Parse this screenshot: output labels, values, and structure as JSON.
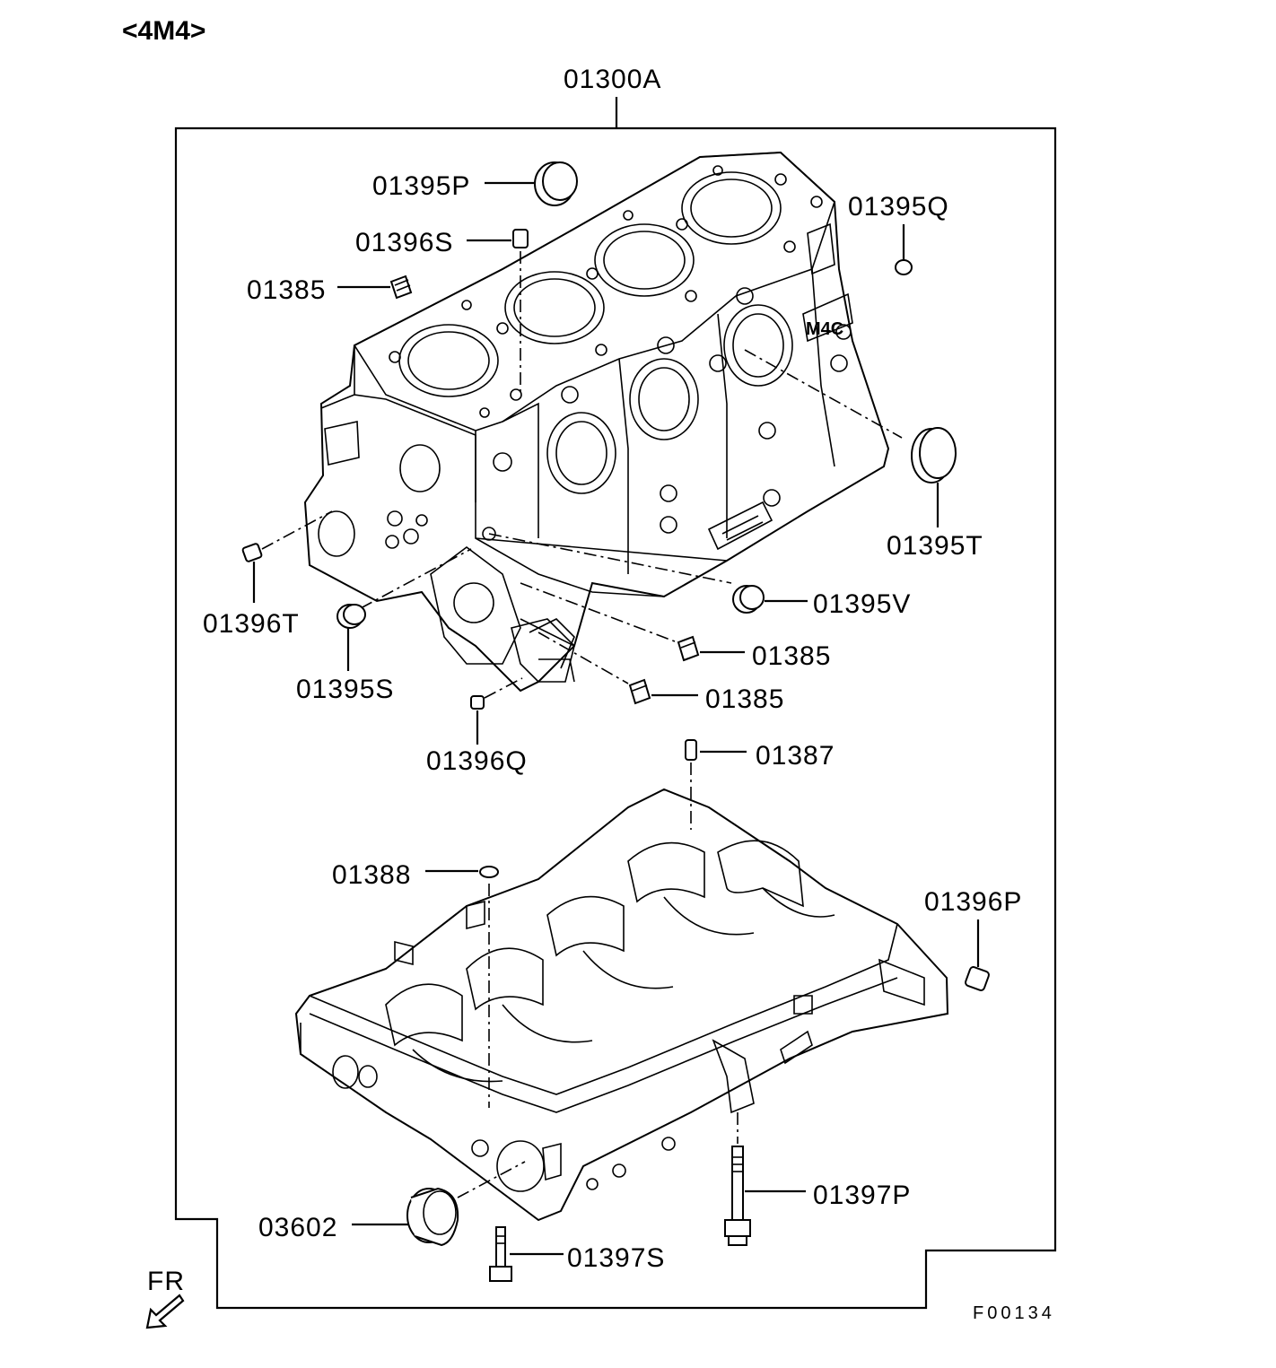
{
  "title": "<4M4>",
  "assembly_label": "01300A",
  "figure_code": "F00134",
  "direction_label": "FR",
  "callouts": {
    "p01395P": "01395P",
    "p01396S": "01396S",
    "p01385_top": "01385",
    "p01395Q": "01395Q",
    "p01395T": "01395T",
    "p01396T": "01396T",
    "p01395S": "01395S",
    "p01395V": "01395V",
    "p01385_mid": "01385",
    "p01385_low": "01385",
    "p01396Q": "01396Q",
    "p01387": "01387",
    "p01388": "01388",
    "p01396P": "01396P",
    "p03602": "03602",
    "p01397P": "01397P",
    "p01397S": "01397S"
  }
}
